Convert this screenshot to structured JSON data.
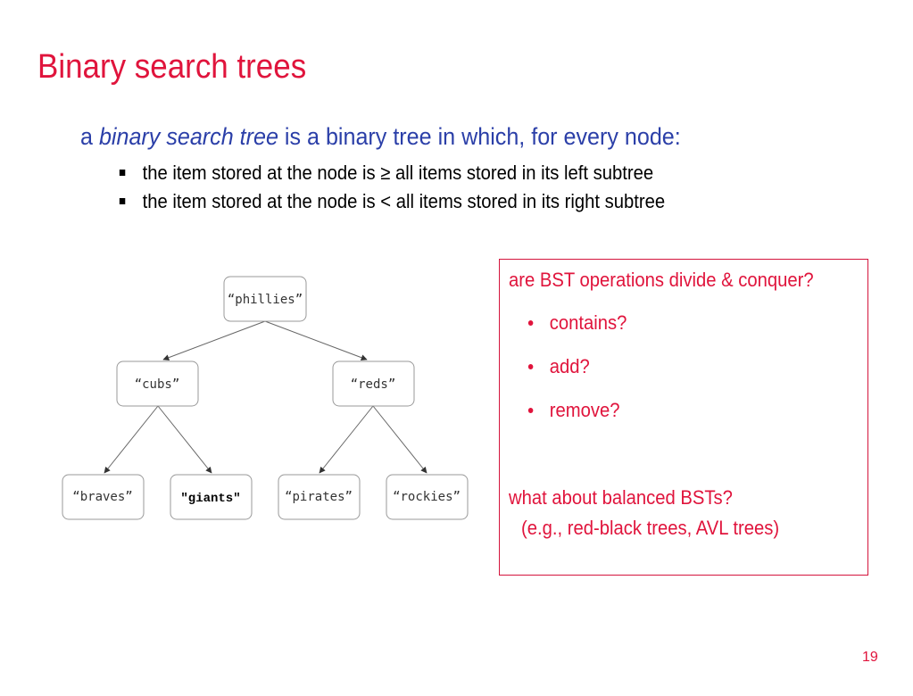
{
  "title": "Binary search trees",
  "intro": {
    "prefix": "a ",
    "term": "binary search tree",
    "suffix": " is a binary tree in which, for every node:"
  },
  "bullets": [
    "the item stored at the node is ≥ all items stored in its left subtree",
    "the item stored at the node is < all items stored in its right subtree"
  ],
  "tree": {
    "root": "“phillies”",
    "level1": [
      "“cubs”",
      "“reds”"
    ],
    "level2": [
      "“braves”",
      "\"giants\"",
      "“pirates”",
      "“rockies”"
    ]
  },
  "question_box": {
    "question": "are BST operations divide & conquer?",
    "items": [
      "contains?",
      "add?",
      "remove?"
    ],
    "followup": "what about balanced BSTs?",
    "followup_detail": "(e.g., red-black trees, AVL trees)"
  },
  "page_number": "19",
  "colors": {
    "title": "#e0143c",
    "intro": "#2b3fa8",
    "box_border": "#d4143c"
  }
}
